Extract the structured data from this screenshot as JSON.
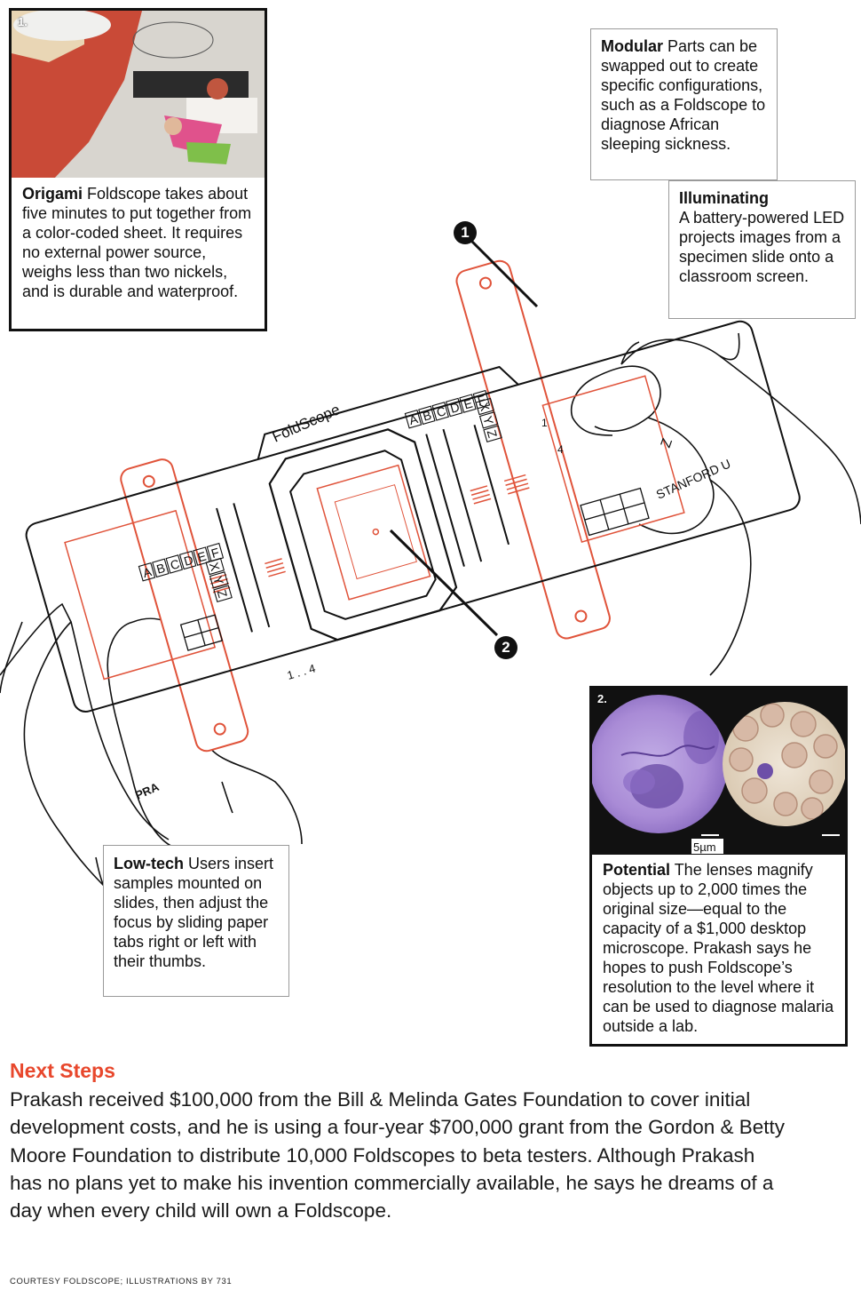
{
  "origami": {
    "photo_number": "1.",
    "title": "Origami",
    "body": " Foldscope takes about five minutes to put together from a color-coded sheet. It requires no external power source, weighs less than two nickels, and is durable and waterproof."
  },
  "modular": {
    "title": "Modular",
    "body": " Parts can be swapped out to create specific configurations, such as a Foldscope to diagnose African sleeping sickness."
  },
  "illuminating": {
    "title": "Illuminating",
    "body": "A battery-powered LED projects images from a specimen slide onto a classroom screen."
  },
  "lowtech": {
    "title": "Low-tech",
    "body": " Users insert samples mounted on slides, then adjust the focus by sliding paper tabs right or left with their thumbs."
  },
  "potential": {
    "photo_number": "2.",
    "scale_label": "5µm",
    "title": "Potential",
    "body": " The lenses magnify objects up to 2,000 times the original size—equal to the capacity of a $1,000 desktop microscope. Prakash says he hopes to push Foldscope’s resolution to the level where it can be used to diagnose malaria outside a lab."
  },
  "callouts": [
    "1",
    "2"
  ],
  "device": {
    "brand": "FoldScope",
    "stanford": "STANFORD U",
    "pra": "PRA",
    "letters": [
      "A",
      "B",
      "C",
      "D",
      "E",
      "F"
    ],
    "xyz": [
      "X",
      "Y",
      "Z"
    ],
    "range_label": "1 . . 4",
    "n1": "1",
    "n4": "4",
    "z": "Z"
  },
  "next_steps": {
    "title": "Next Steps",
    "body": "Prakash received $100,000 from the Bill & Melinda Gates Foundation to cover initial development costs, and he is using a four-year $700,000 grant from the Gordon & Betty Moore Foundation to distribute 10,000 Foldscopes to beta testers. Although Prakash has no plans yet to make his invention commercially available, he says he dreams of a day when every child will own a Foldscope."
  },
  "credit": "COURTESY FOLDSCOPE; ILLUSTRATIONS BY 731",
  "colors": {
    "accent": "#e8472c",
    "device_red": "#e0533a",
    "ink": "#111111",
    "stain_purple": "#a98bd6"
  }
}
